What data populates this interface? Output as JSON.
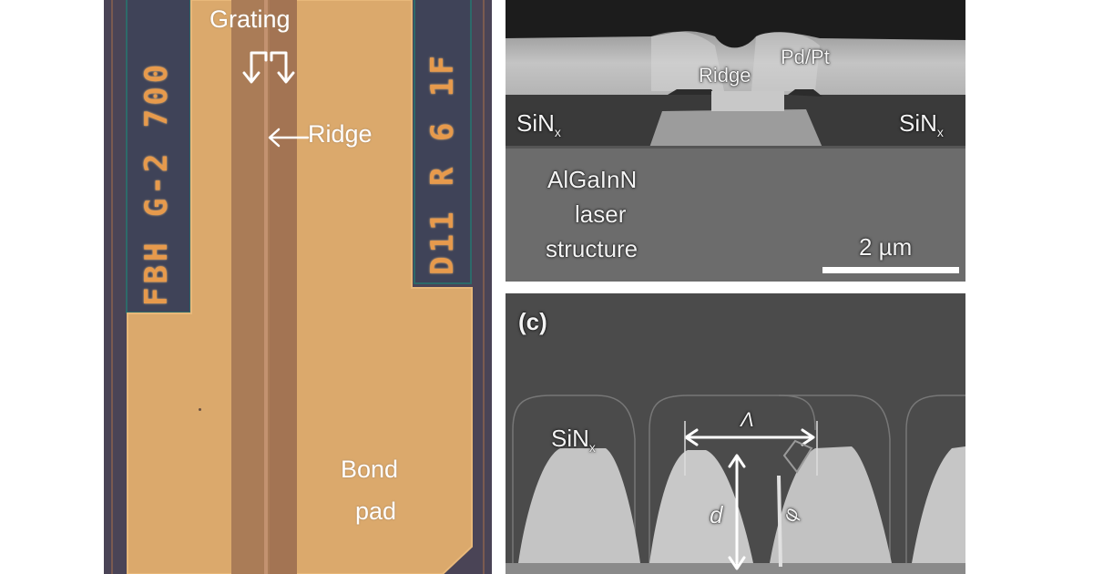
{
  "figure": {
    "panel_a": {
      "type": "optical-micrograph",
      "chip_marking_left": "FBH G-2 700",
      "chip_marking_right": "D11 R 6 1F",
      "annotations": {
        "grating": "Grating",
        "ridge": "Ridge",
        "bond_pad_line1": "Bond",
        "bond_pad_line2": "pad"
      },
      "colors": {
        "metal": "#dba96c",
        "ridge_stripe": "#a97b55",
        "substrate": "#4a4456",
        "marking": "#e79a4c"
      }
    },
    "panel_b": {
      "type": "SEM-cross-section",
      "annotations": {
        "metal": "Pd/Pt",
        "ridge": "Ridge",
        "sinx_left": "SiN",
        "sinx_right": "SiN",
        "sinx_subscript": "x",
        "structure_line1": "AlGaInN",
        "structure_line2": "laser",
        "structure_line3": "structure"
      },
      "scale_bar": "2 µm"
    },
    "panel_c": {
      "type": "SEM-grating-cross-section",
      "panel_label": "(c)",
      "annotations": {
        "sinx": "SiN",
        "sinx_subscript": "x",
        "period": "Λ",
        "depth": "d",
        "angle": "φ"
      }
    }
  }
}
